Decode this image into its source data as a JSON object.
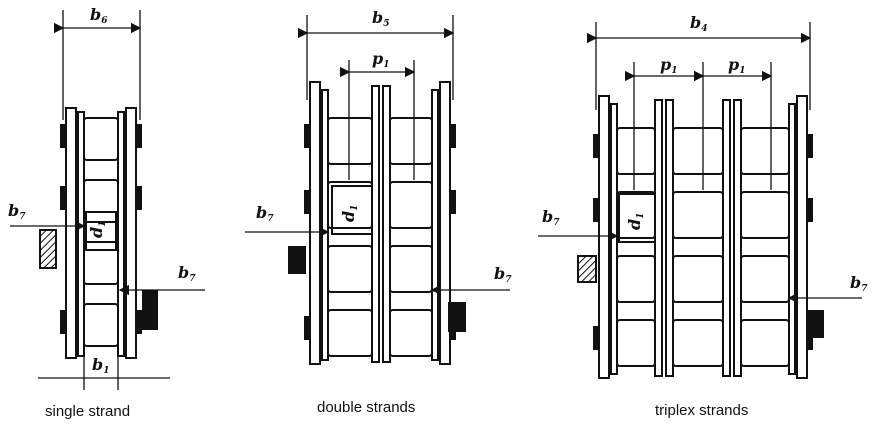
{
  "single": {
    "caption": "single strand",
    "labels": {
      "b6": {
        "m": "b",
        "s": "6"
      },
      "d1": {
        "m": "d",
        "s": "1"
      },
      "b7_left": {
        "m": "b",
        "s": "7"
      },
      "b7_right": {
        "m": "b",
        "s": "7"
      },
      "b1": {
        "m": "b",
        "s": "1"
      }
    }
  },
  "double": {
    "caption": "double strands",
    "labels": {
      "b5": {
        "m": "b",
        "s": "5"
      },
      "p1": {
        "m": "p",
        "s": "1"
      },
      "d1": {
        "m": "d",
        "s": "1"
      },
      "b7_left": {
        "m": "b",
        "s": "7"
      },
      "b7_right": {
        "m": "b",
        "s": "7"
      }
    }
  },
  "triplex": {
    "caption": "triplex strands",
    "labels": {
      "b4": {
        "m": "b",
        "s": "4"
      },
      "p1_a": {
        "m": "p",
        "s": "1"
      },
      "p1_b": {
        "m": "p",
        "s": "1"
      },
      "d1": {
        "m": "d",
        "s": "1"
      },
      "b7_left": {
        "m": "b",
        "s": "7"
      },
      "b7_right": {
        "m": "b",
        "s": "7"
      }
    }
  }
}
